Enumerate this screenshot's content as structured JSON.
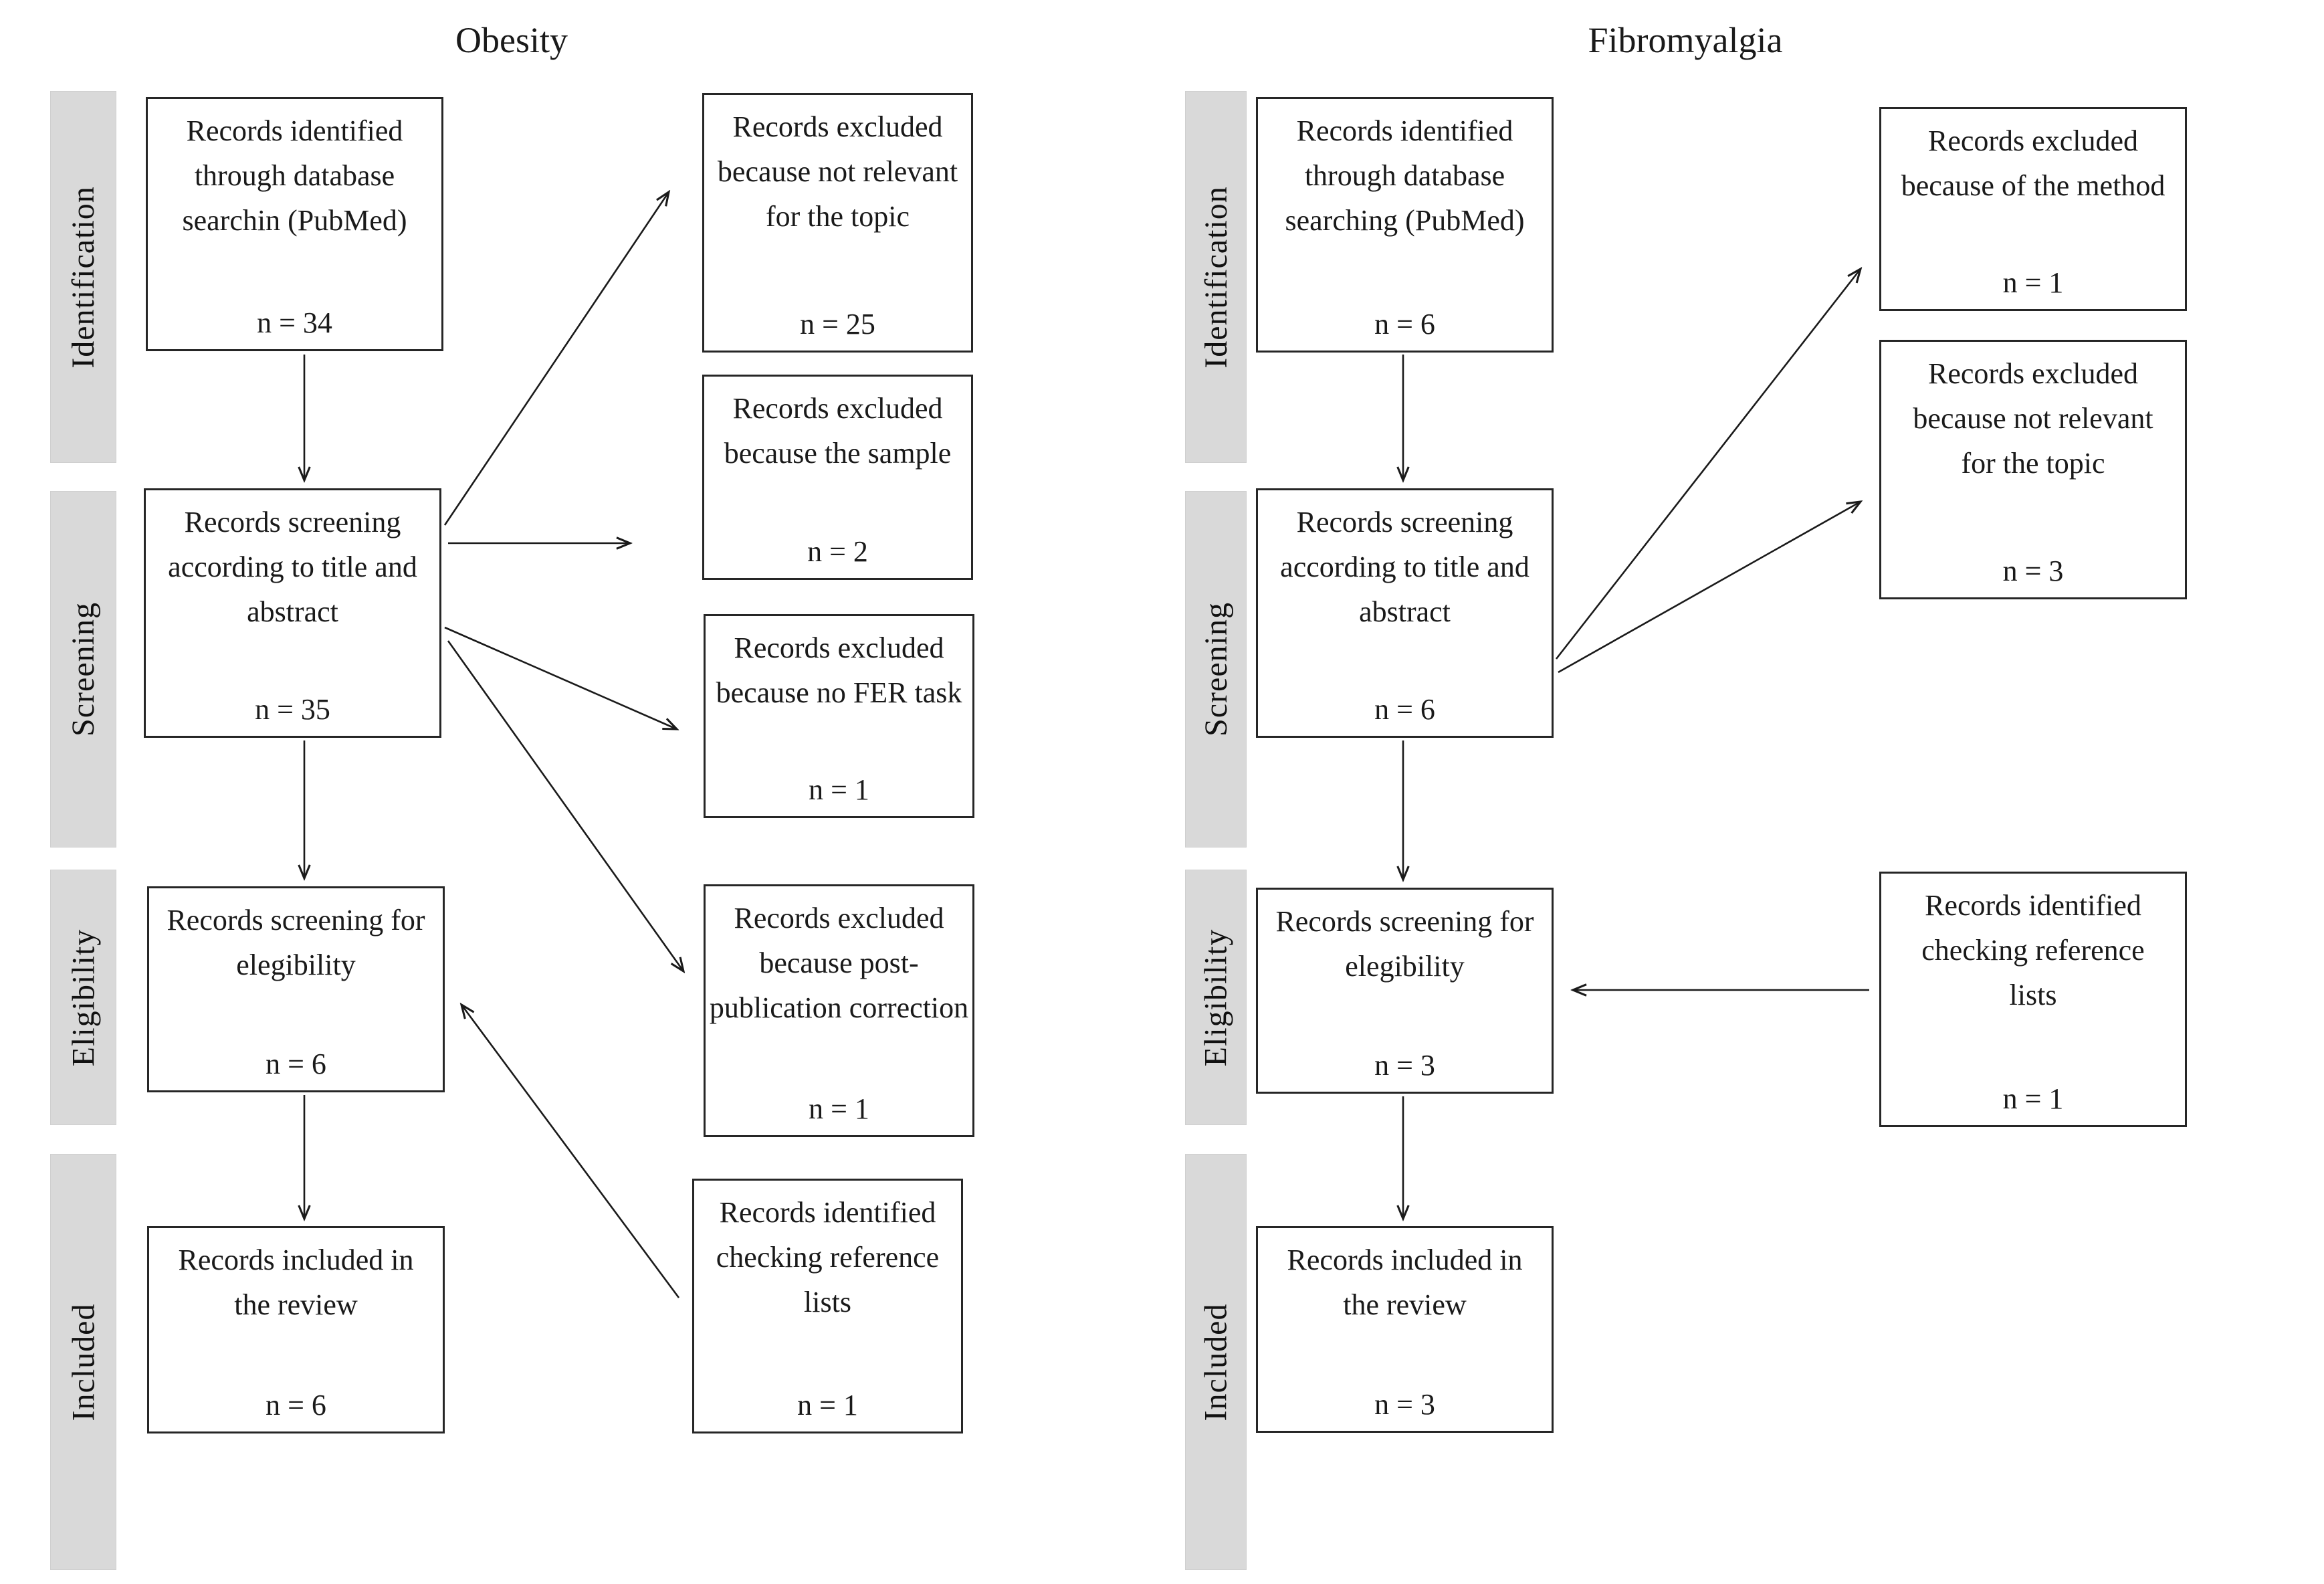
{
  "titles": {
    "left": "Obesity",
    "right": "Fibromyalgia"
  },
  "stages": [
    "Identification",
    "Screening",
    "Eligibility",
    "Included"
  ],
  "obesity": {
    "main": [
      {
        "text": "Records identified\nthrough database\nsearchin (PubMed)",
        "n": "n = 34"
      },
      {
        "text": "Records screening\naccording to title and\nabstract",
        "n": "n = 35"
      },
      {
        "text": "Records screening for\nelegibility",
        "n": "n = 6"
      },
      {
        "text": "Records included in\nthe review",
        "n": "n = 6"
      }
    ],
    "side": [
      {
        "text": "Records excluded\nbecause not relevant\nfor the topic",
        "n": "n = 25"
      },
      {
        "text": "Records excluded\nbecause the sample",
        "n": "n = 2"
      },
      {
        "text": "Records excluded\nbecause no FER task",
        "n": "n = 1"
      },
      {
        "text": "Records excluded\nbecause post-\npublication correction",
        "n": "n = 1"
      },
      {
        "text": "Records identified\nchecking reference\nlists",
        "n": "n = 1"
      }
    ]
  },
  "fibromyalgia": {
    "main": [
      {
        "text": "Records identified\nthrough database\nsearching (PubMed)",
        "n": "n = 6"
      },
      {
        "text": "Records screening\naccording to title and\nabstract",
        "n": "n = 6"
      },
      {
        "text": "Records screening for\nelegibility",
        "n": "n = 3"
      },
      {
        "text": "Records included in\nthe review",
        "n": "n = 3"
      }
    ],
    "side": [
      {
        "text": "Records excluded\nbecause of the method",
        "n": "n = 1"
      },
      {
        "text": "Records excluded\nbecause not relevant\nfor the topic",
        "n": "n = 3"
      },
      {
        "text": "Records identified\nchecking reference\nlists",
        "n": "n = 1"
      }
    ]
  }
}
